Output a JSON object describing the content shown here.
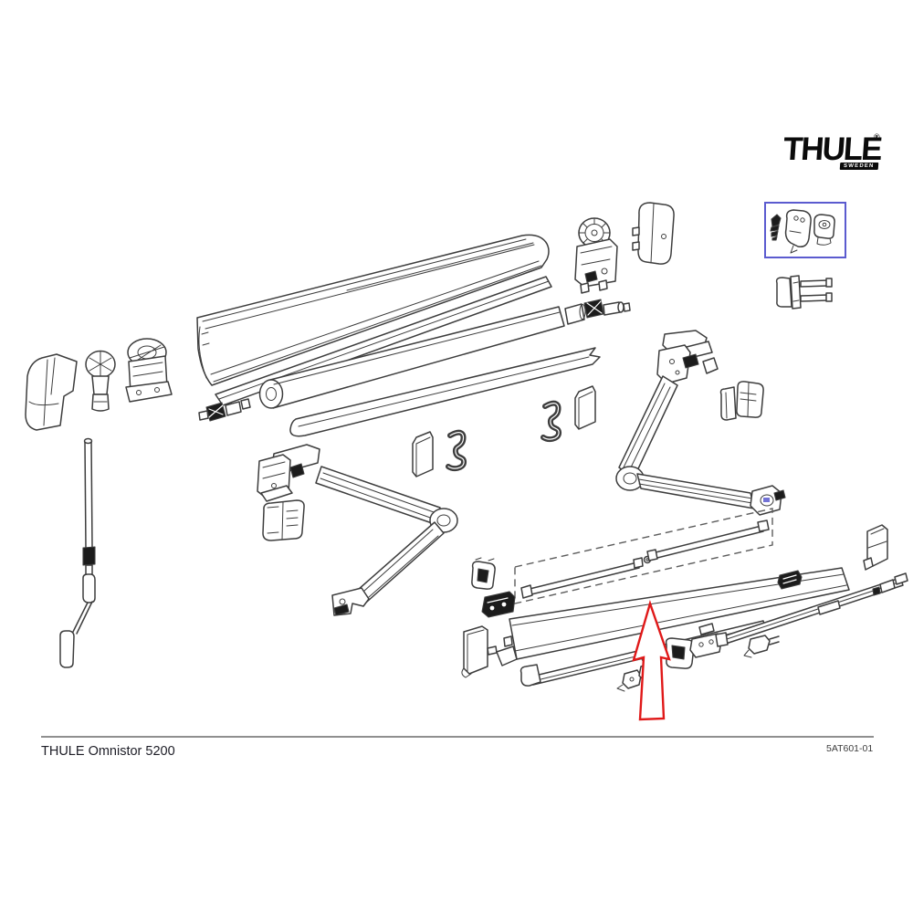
{
  "brand": {
    "name": "THULE",
    "registered": "®",
    "origin": "SWEDEN"
  },
  "footer": {
    "product_title": "THULE Omnistor 5200",
    "document_code": "5AT601-01"
  },
  "colors": {
    "line": "#3d3d3d",
    "dark_fill": "#1c1c1c",
    "accent_blue": "#5b5bcf",
    "arrow_red": "#e01919",
    "rule_gray": "#8f8f8f",
    "text_dark": "#1d1d26",
    "background": "#ffffff"
  }
}
